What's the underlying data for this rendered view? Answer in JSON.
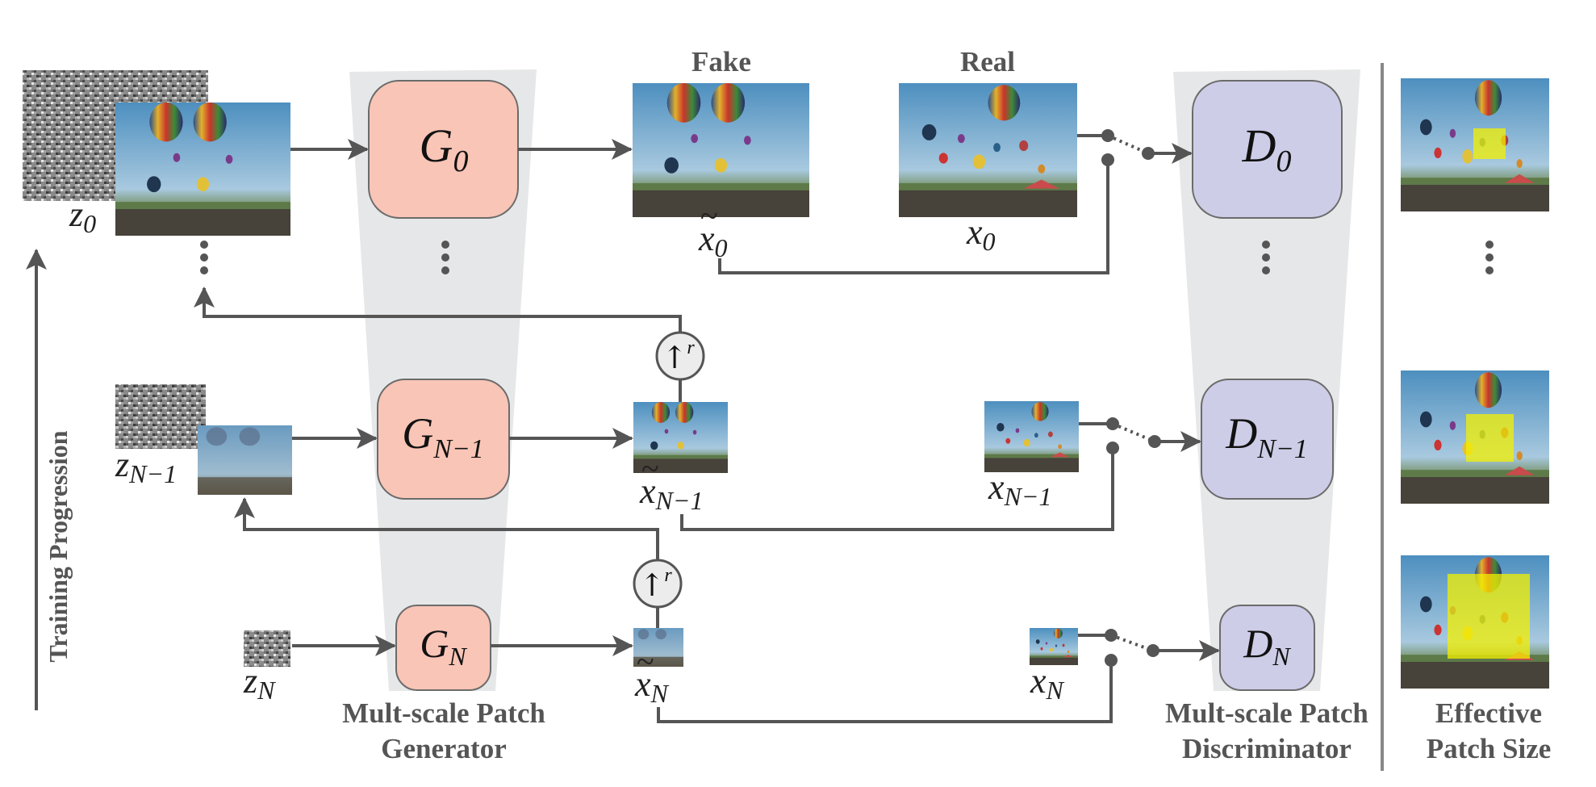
{
  "diagram": {
    "top_labels": {
      "fake": "Fake",
      "real": "Real"
    },
    "generator_title": "Mult-scale Patch\nGenerator",
    "discriminator_title": "Mult-scale Patch\nDiscriminator",
    "patch_title": "Effective\nPatch Size",
    "training_progression": "Training Progression",
    "generators": [
      {
        "base": "G",
        "sub": "0"
      },
      {
        "base": "G",
        "sub": "N−1"
      },
      {
        "base": "G",
        "sub": "N"
      }
    ],
    "discriminators": [
      {
        "base": "D",
        "sub": "0"
      },
      {
        "base": "D",
        "sub": "N−1"
      },
      {
        "base": "D",
        "sub": "N"
      }
    ],
    "noise": [
      {
        "base": "z",
        "sub": "0"
      },
      {
        "base": "z",
        "sub": "N−1"
      },
      {
        "base": "z",
        "sub": "N"
      }
    ],
    "fakes": [
      {
        "base": "x",
        "sub": "0"
      },
      {
        "base": "x",
        "sub": "N−1"
      },
      {
        "base": "x",
        "sub": "N"
      }
    ],
    "reals": [
      {
        "base": "x",
        "sub": "0"
      },
      {
        "base": "x",
        "sub": "N−1"
      },
      {
        "base": "x",
        "sub": "N"
      }
    ],
    "upsample_symbol": "↑",
    "upsample_exp": "r",
    "colors": {
      "generator": "#f9c5b6",
      "discriminator": "#cdcde8",
      "trapezoid": "#e6e7e8",
      "arrow": "#555555",
      "patch": "#f3f000"
    }
  }
}
